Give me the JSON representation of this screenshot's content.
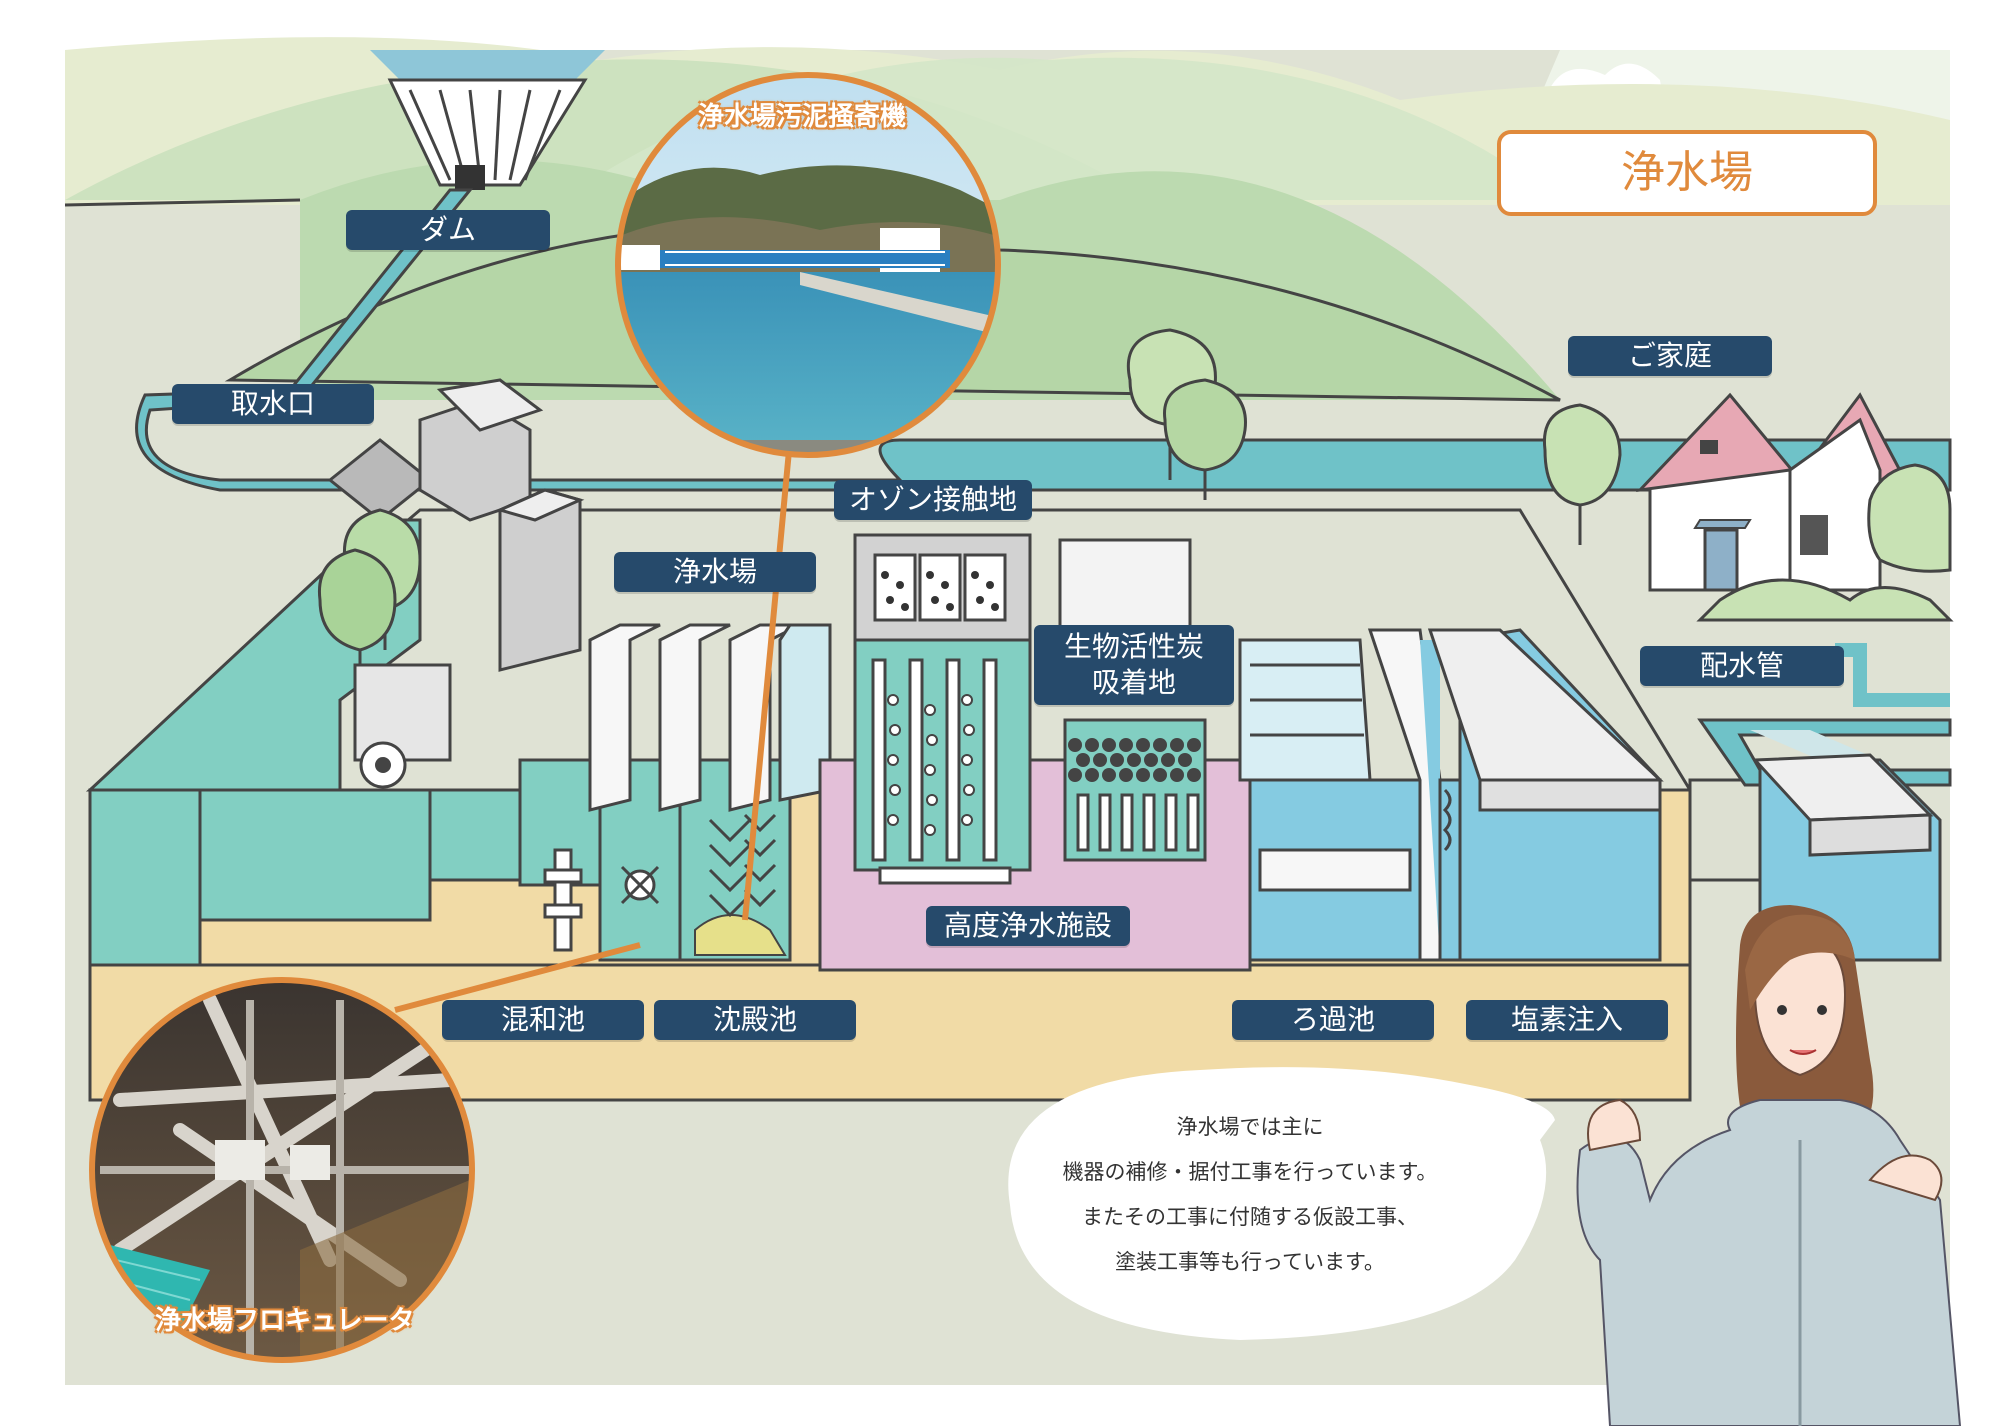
{
  "title": "浄水場",
  "labels": {
    "dam": "ダム",
    "intake": "取水口",
    "plant": "浄水場",
    "ozone": "オゾン接触地",
    "carbon_line1": "生物活性炭",
    "carbon_line2": "吸着地",
    "home": "ご家庭",
    "distribution": "配水管",
    "advanced": "高度浄水施設",
    "mixing": "混和池",
    "sedimentation": "沈殿池",
    "filtration": "ろ過池",
    "chlorine": "塩素注入"
  },
  "photos": {
    "sludge_scraper": "浄水場汚泥掻寄機",
    "flocculator": "浄水場フロキュレータ"
  },
  "speech": {
    "line1": "浄水場では主に",
    "line2": "機器の補修・据付工事を行っています。",
    "line3": "またその工事に付随する仮設工事、",
    "line4": "塗装工事等も行っています。"
  },
  "colors": {
    "label_bg": "#264a6b",
    "accent": "#e08a3c",
    "water": "#74c8cf",
    "ground": "#dde0d2",
    "hill": "#cfe4c3",
    "advanced_area": "#e3bfd8",
    "soil": "#f0dca8"
  }
}
